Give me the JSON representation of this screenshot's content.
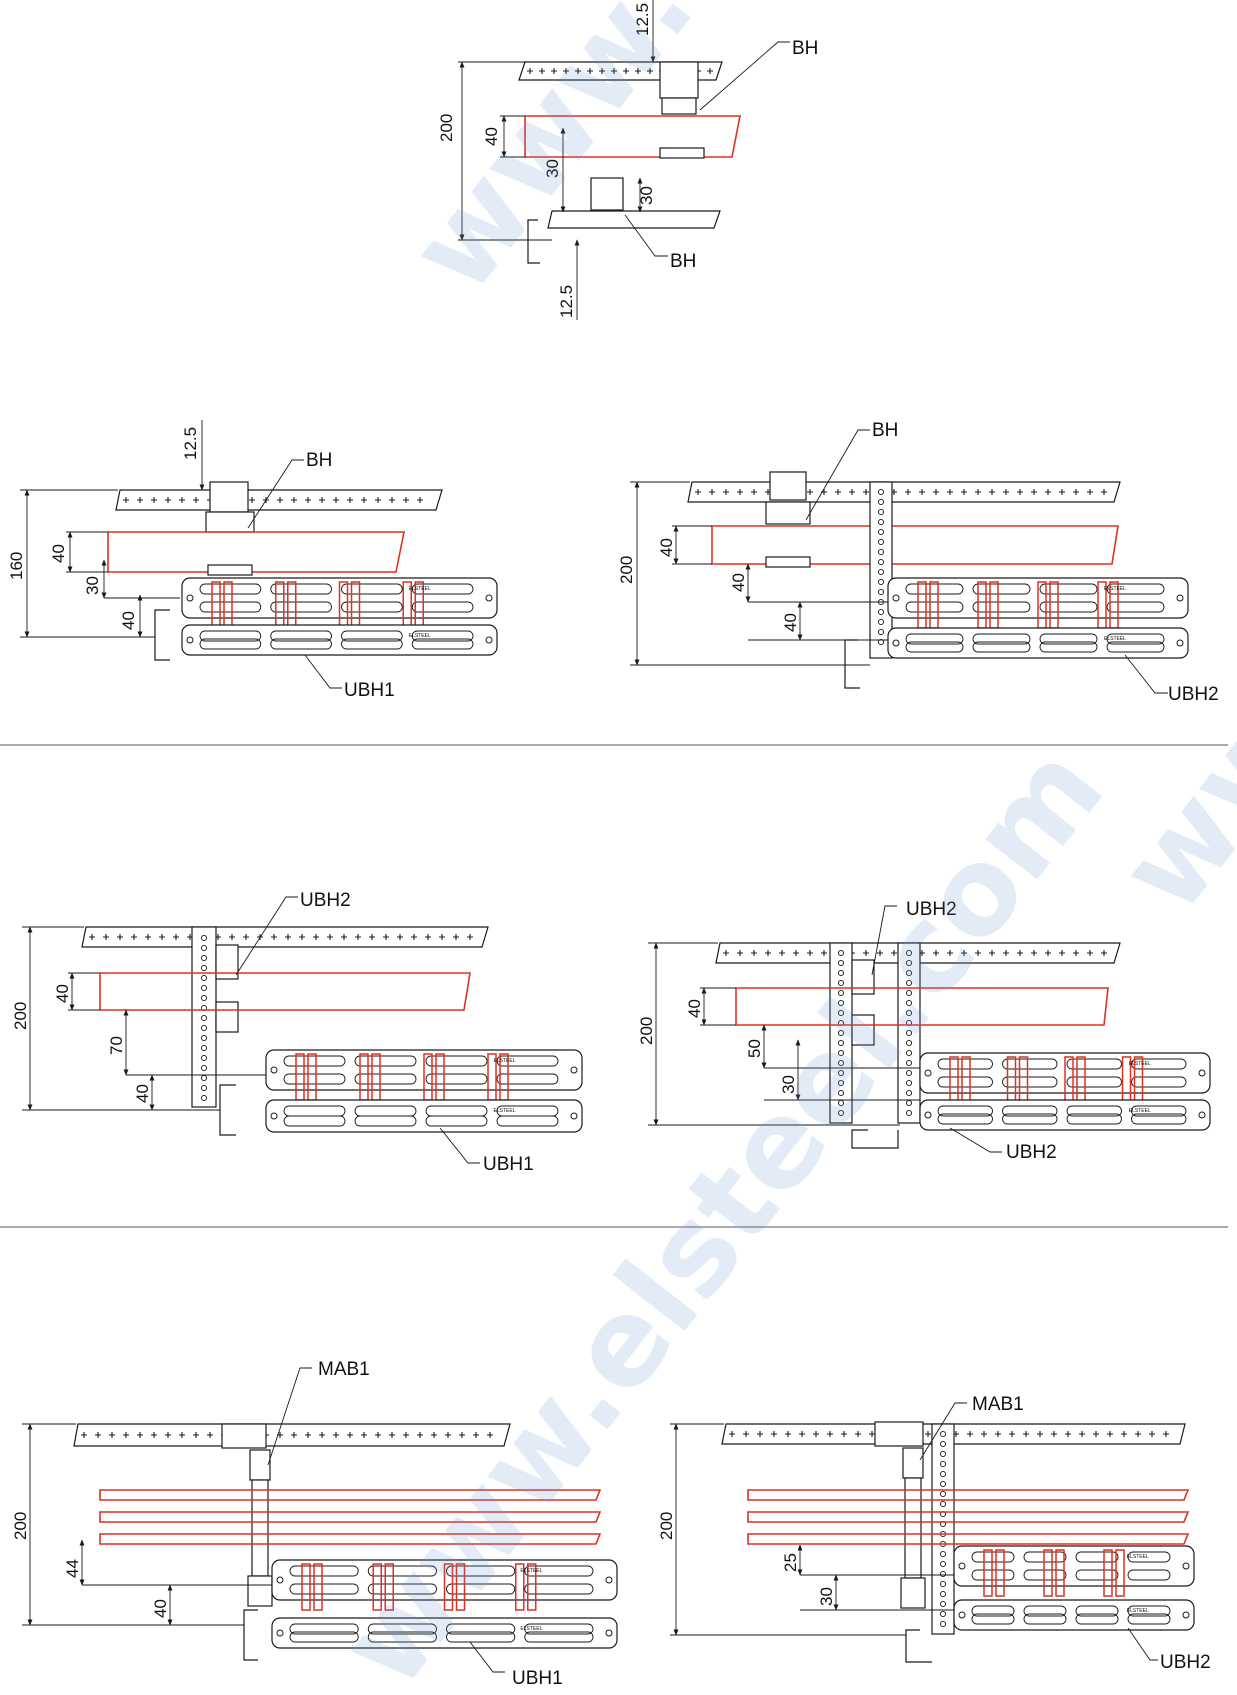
{
  "watermarks": [
    "www.elsteel.com",
    "www.",
    "www.elsteel.com"
  ],
  "panels": {
    "p1": {
      "callouts": [
        "BH",
        "BH"
      ],
      "dims": [
        "12.5",
        "200",
        "40",
        "30",
        "30",
        "12.5"
      ]
    },
    "p2": {
      "callouts": [
        "BH",
        "UBH1"
      ],
      "dims": [
        "12.5",
        "160",
        "40",
        "30",
        "40"
      ]
    },
    "p3": {
      "callouts": [
        "BH",
        "UBH2"
      ],
      "dims": [
        "200",
        "40",
        "40",
        "40"
      ]
    },
    "p4": {
      "callouts": [
        "UBH2",
        "UBH1"
      ],
      "dims": [
        "200",
        "40",
        "70",
        "40"
      ]
    },
    "p5": {
      "callouts": [
        "UBH2",
        "UBH2"
      ],
      "dims": [
        "200",
        "40",
        "50",
        "30"
      ]
    },
    "p6": {
      "callouts": [
        "MAB1",
        "UBH1"
      ],
      "dims": [
        "200",
        "44",
        "40"
      ]
    },
    "p7": {
      "callouts": [
        "MAB1",
        "UBH2"
      ],
      "dims": [
        "200",
        "25",
        "30"
      ]
    }
  },
  "colors": {
    "busbar": "#e03020",
    "line": "#1a1a1a",
    "watermark": "#6a96d8",
    "separator": "#555555"
  },
  "tray_label": "ELSTEEL"
}
